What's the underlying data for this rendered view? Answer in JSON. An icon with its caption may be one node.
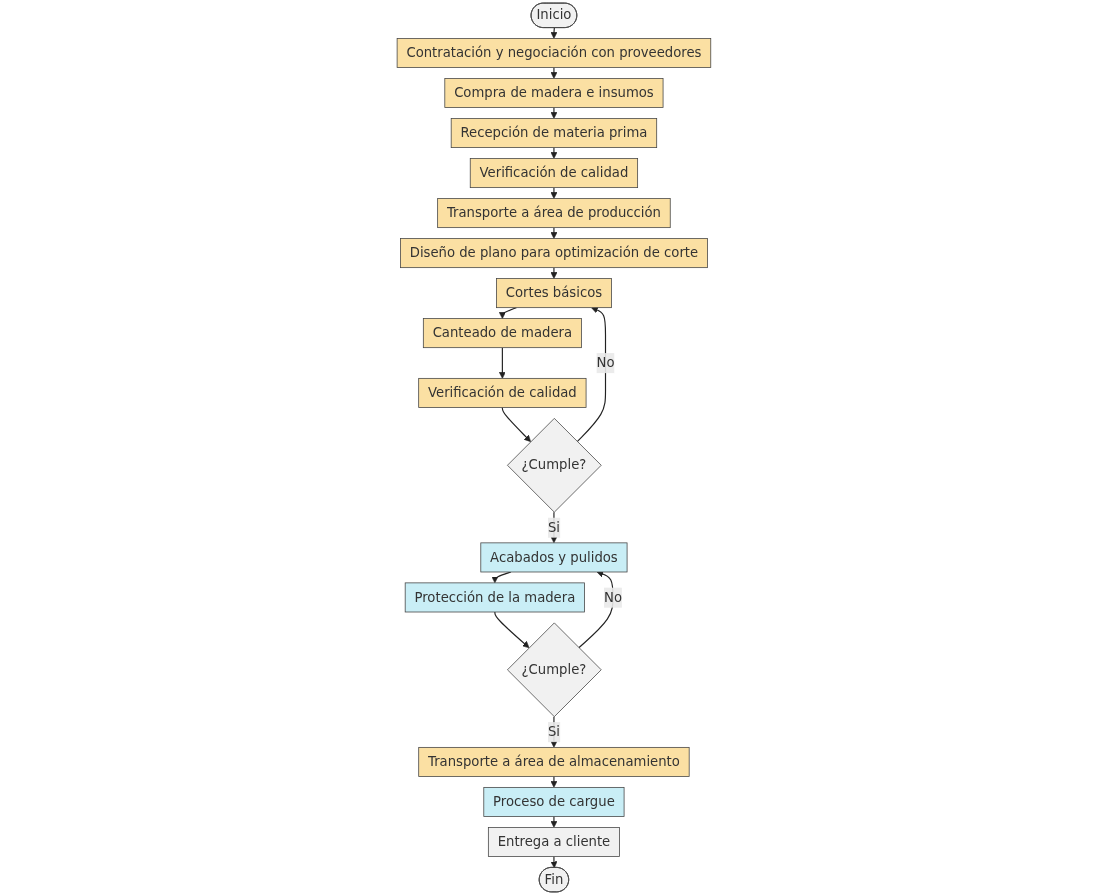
{
  "diagram": {
    "nodes": [
      {
        "text": [
          "Inicio"
        ]
      },
      {
        "text": [
          "Contratación y negociación con proveedores"
        ]
      },
      {
        "text": [
          "Compra de madera e insumos"
        ]
      },
      {
        "text": [
          "Recepción de materia prima"
        ]
      },
      {
        "text": [
          "Verificación de calidad"
        ]
      },
      {
        "text": [
          "Transporte a área de producción"
        ]
      },
      {
        "text": [
          "Diseño de plano para optimización de corte"
        ]
      },
      {
        "text": [
          "Cortes básicos"
        ]
      },
      {
        "text": [
          "Canteado de madera"
        ]
      },
      {
        "text": [
          "Verificación de calidad"
        ]
      },
      {
        "text": [
          "¿Cumple?"
        ]
      },
      {
        "text": [
          "Acabados y pulidos"
        ]
      },
      {
        "text": [
          "Protección de la madera"
        ]
      },
      {
        "text": [
          "¿Cumple?"
        ]
      },
      {
        "text": [
          "Transporte a área de almacenamiento"
        ]
      },
      {
        "text": [
          "Proceso de cargue"
        ]
      },
      {
        "text": [
          "Entrega a cliente"
        ]
      },
      {
        "text": [
          "Fin"
        ]
      }
    ],
    "edges": [
      {
        "from": 0,
        "to": 1,
        "arrow": "to"
      },
      {
        "from": 1,
        "to": 2,
        "arrow": "to"
      },
      {
        "from": 2,
        "to": 3,
        "arrow": "to"
      },
      {
        "from": 3,
        "to": 4,
        "arrow": "to"
      },
      {
        "from": 4,
        "to": 5,
        "arrow": "to"
      },
      {
        "from": 5,
        "to": 6,
        "arrow": "to"
      },
      {
        "from": 6,
        "to": 7,
        "arrow": "to"
      },
      {
        "from": 7,
        "to": 8,
        "arrow": "to"
      },
      {
        "from": 8,
        "to": 9,
        "arrow": "to"
      },
      {
        "from": 9,
        "to": 10,
        "arrow": "to"
      },
      {
        "from": 10,
        "to": 7,
        "label": "No",
        "arrow": "to"
      },
      {
        "from": 10,
        "to": 11,
        "label": "Si",
        "arrow": "to"
      },
      {
        "from": 11,
        "to": 12,
        "arrow": "to"
      },
      {
        "from": 12,
        "to": 13,
        "arrow": "to"
      },
      {
        "from": 13,
        "to": 11,
        "label": "No",
        "arrow": "to"
      },
      {
        "from": 13,
        "to": 14,
        "label": "Si",
        "arrow": "to"
      },
      {
        "from": 14,
        "to": 15,
        "arrow": "to"
      },
      {
        "from": 15,
        "to": 16,
        "arrow": "to"
      },
      {
        "from": 16,
        "to": 17,
        "arrow": "to"
      }
    ]
  }
}
